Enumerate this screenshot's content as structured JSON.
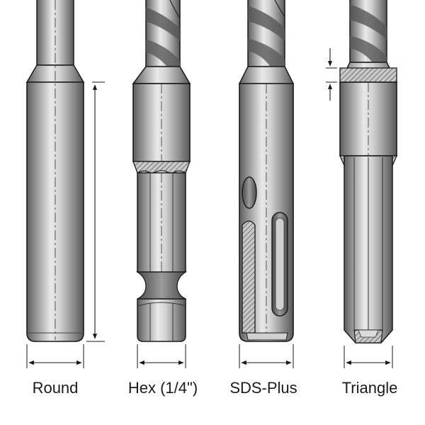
{
  "shanks": [
    {
      "id": "round",
      "label": "Round"
    },
    {
      "id": "hex",
      "label": "Hex (1/4\")"
    },
    {
      "id": "sds-plus",
      "label": "SDS-Plus"
    },
    {
      "id": "triangle",
      "label": "Triangle"
    }
  ],
  "colors": {
    "outline": "#1a1a1a",
    "steel_dark": "#6e6e6e",
    "steel_mid": "#b4b4b4",
    "steel_light": "#ececec",
    "background": "#ffffff"
  }
}
